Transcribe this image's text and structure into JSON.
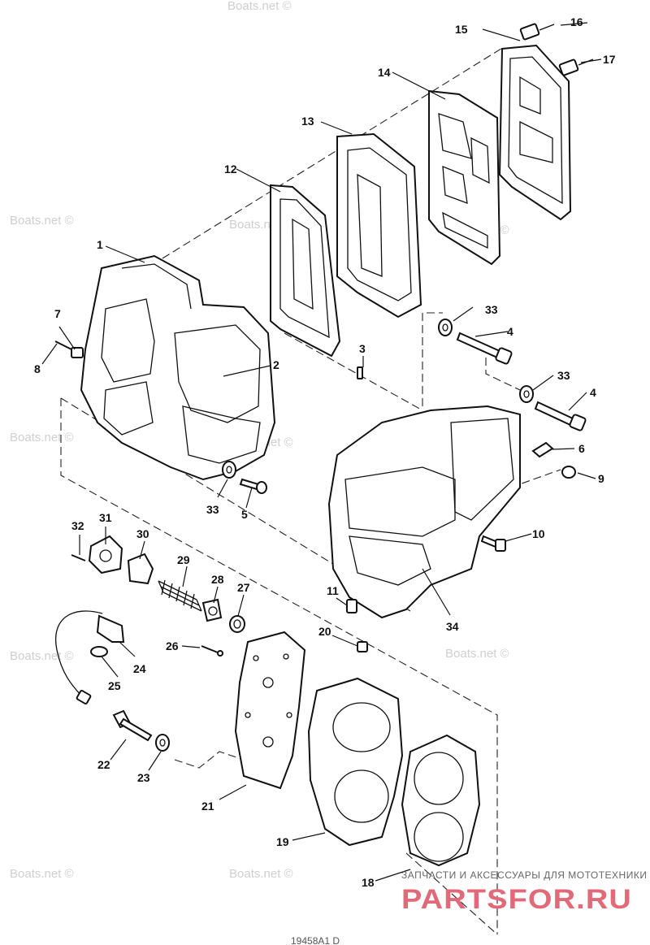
{
  "watermark": "Boats.net ©",
  "brand": {
    "tagline": "ЗАПЧАСТИ И АКСЕССУАРЫ ДЛЯ МОТОТЕХНИКИ",
    "name": "PARTSFOR.RU"
  },
  "footer_code": "19458A1 D",
  "callouts": [
    "1",
    "2",
    "3",
    "4",
    "4",
    "5",
    "6",
    "7",
    "8",
    "9",
    "10",
    "11",
    "12",
    "13",
    "14",
    "15",
    "16",
    "17",
    "18",
    "19",
    "20",
    "21",
    "22",
    "23",
    "24",
    "25",
    "26",
    "27",
    "28",
    "29",
    "30",
    "31",
    "32",
    "33",
    "33",
    "33",
    "34"
  ]
}
